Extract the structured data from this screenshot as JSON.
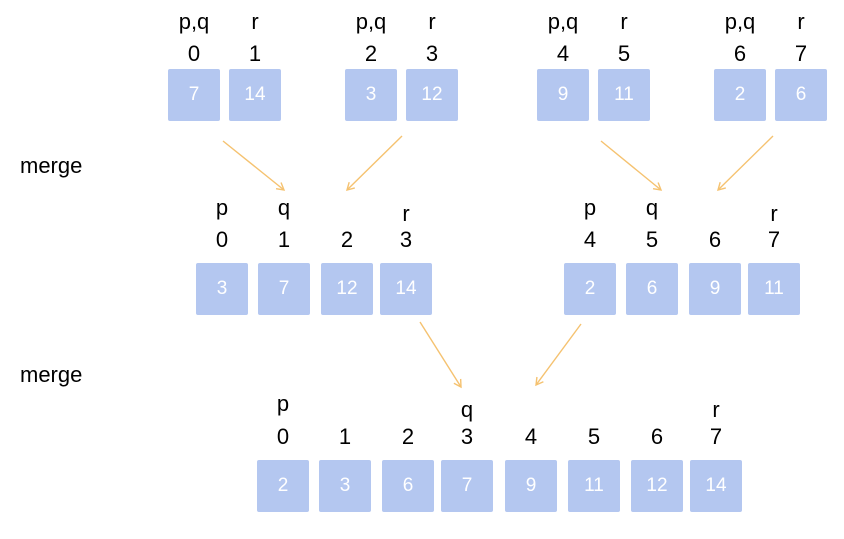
{
  "stage_labels": [
    "merge",
    "merge"
  ],
  "levels": [
    {
      "groups": [
        {
          "cells": [
            {
              "index": "0",
              "ptr": "p,q",
              "value": "7"
            },
            {
              "index": "1",
              "ptr": "r",
              "value": "14"
            }
          ]
        },
        {
          "cells": [
            {
              "index": "2",
              "ptr": "p,q",
              "value": "3"
            },
            {
              "index": "3",
              "ptr": "r",
              "value": "12"
            }
          ]
        },
        {
          "cells": [
            {
              "index": "4",
              "ptr": "p,q",
              "value": "9"
            },
            {
              "index": "5",
              "ptr": "r",
              "value": "11"
            }
          ]
        },
        {
          "cells": [
            {
              "index": "6",
              "ptr": "p,q",
              "value": "2"
            },
            {
              "index": "7",
              "ptr": "r",
              "value": "6"
            }
          ]
        }
      ]
    },
    {
      "groups": [
        {
          "cells": [
            {
              "index": "0",
              "ptr": "p",
              "value": "3"
            },
            {
              "index": "1",
              "ptr": "q",
              "value": "7"
            },
            {
              "index": "2",
              "ptr": "",
              "value": "12"
            },
            {
              "index": "3",
              "ptr": "r",
              "value": "14"
            }
          ]
        },
        {
          "cells": [
            {
              "index": "4",
              "ptr": "p",
              "value": "2"
            },
            {
              "index": "5",
              "ptr": "q",
              "value": "6"
            },
            {
              "index": "6",
              "ptr": "",
              "value": "9"
            },
            {
              "index": "7",
              "ptr": "r",
              "value": "11"
            }
          ]
        }
      ]
    },
    {
      "groups": [
        {
          "cells": [
            {
              "index": "0",
              "ptr": "p",
              "value": "2"
            },
            {
              "index": "1",
              "ptr": "",
              "value": "3"
            },
            {
              "index": "2",
              "ptr": "",
              "value": "6"
            },
            {
              "index": "3",
              "ptr": "q",
              "value": "7"
            },
            {
              "index": "4",
              "ptr": "",
              "value": "9"
            },
            {
              "index": "5",
              "ptr": "",
              "value": "11"
            },
            {
              "index": "6",
              "ptr": "",
              "value": "12"
            },
            {
              "index": "7",
              "ptr": "r",
              "value": "14"
            }
          ]
        }
      ]
    }
  ],
  "colors": {
    "cell": "#b4c7f0",
    "cell_text": "#ffffff",
    "arrow": "#f5c270",
    "text": "#000000"
  }
}
